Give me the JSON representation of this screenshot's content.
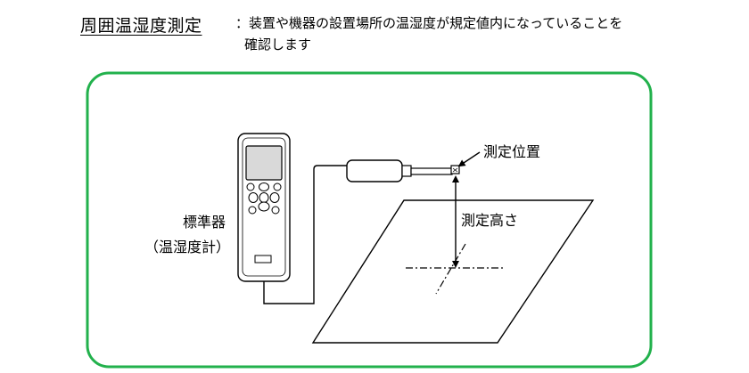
{
  "heading": {
    "title": "周囲温湿度測定",
    "description_line1": "：装置や機器の設置場所の温湿度が規定値内になっていることを",
    "description_line2": "確認します"
  },
  "diagram": {
    "device_label_line1": "標準器",
    "device_label_line2": "（温湿度計）",
    "measurement_position_label": "測定位置",
    "measurement_height_label": "測定高さ",
    "frame_color": "#22b14c"
  }
}
